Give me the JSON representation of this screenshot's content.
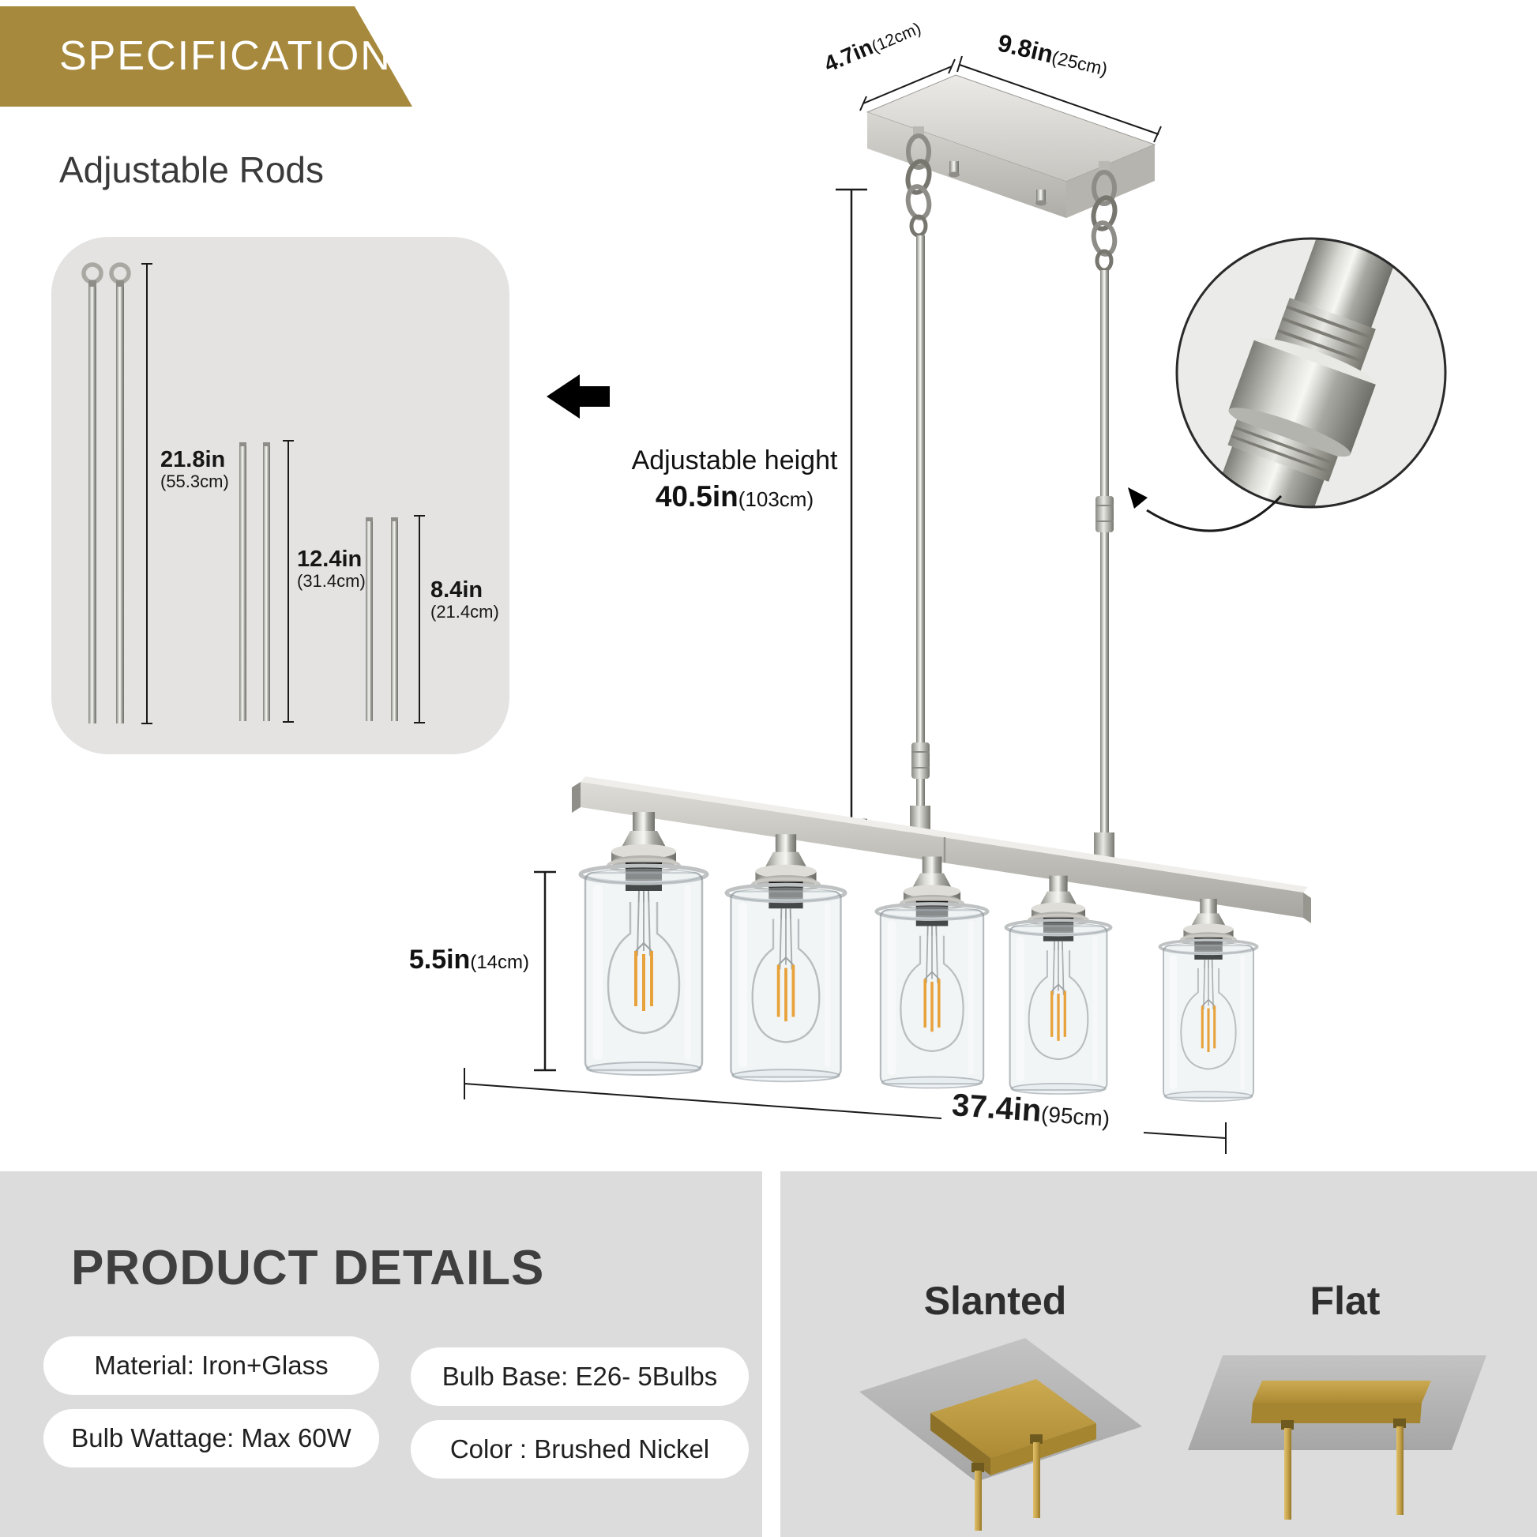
{
  "banner": {
    "title": "SPECIFICATION"
  },
  "rods_panel": {
    "heading": "Adjustable Rods",
    "sizes": [
      {
        "inches": "21.8in",
        "cm": "(55.3cm)"
      },
      {
        "inches": "12.4in",
        "cm": "(31.4cm)"
      },
      {
        "inches": "8.4in",
        "cm": "(21.4cm)"
      }
    ]
  },
  "diagram": {
    "canopy_depth_in": "4.7in",
    "canopy_depth_cm": "(12cm)",
    "canopy_width_in": "9.8in",
    "canopy_width_cm": "(25cm)",
    "height_label": "Adjustable height",
    "height_in": "40.5in",
    "height_cm": "(103cm)",
    "shade_in": "5.5in",
    "shade_cm": "(14cm)",
    "length_in": "37.4in",
    "length_cm": "(95cm)"
  },
  "product_details": {
    "heading": "PRODUCT DETAILS",
    "specs": [
      "Material: Iron+Glass",
      "Bulb Base: E26- 5Bulbs",
      "Bulb Wattage: Max 60W",
      "Color : Brushed Nickel"
    ]
  },
  "mounting": {
    "slanted_label": "Slanted",
    "flat_label": "Flat"
  },
  "colors": {
    "banner_gold": "#a6893c",
    "rods_panel_gray": "#e4e3e2",
    "section_gray": "#dcdcdc",
    "brass": "#c7a44c",
    "filament_amber": "#e8a23b"
  }
}
